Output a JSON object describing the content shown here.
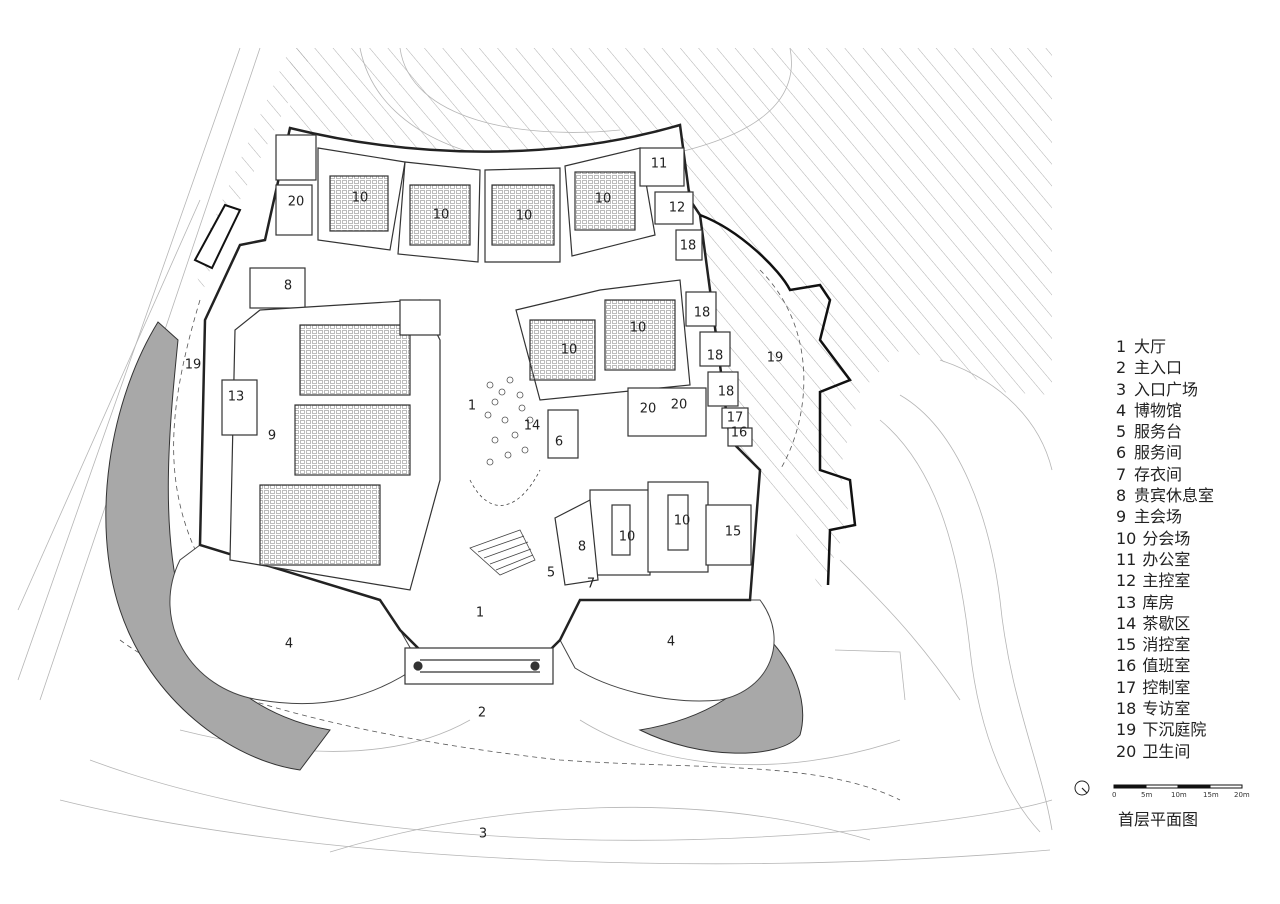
{
  "plan": {
    "room_labels": {
      "hall_1": "1",
      "hall_1_south": "1",
      "main_entrance": "2",
      "entrance_plaza": "3",
      "museum_west": "4",
      "museum_east": "4",
      "service_desk": "5",
      "service_room": "6",
      "cloakroom": "7",
      "vip_lounge_north": "8",
      "vip_lounge_south": "8",
      "main_hall": "9",
      "subhall_a": "10",
      "subhall_b": "10",
      "subhall_c": "10",
      "subhall_d": "10",
      "subhall_e": "10",
      "subhall_f": "10",
      "subhall_g": "10",
      "subhall_h": "10",
      "office": "11",
      "main_control": "12",
      "storage": "13",
      "tea_break": "14",
      "fire_control": "15",
      "duty_room": "16",
      "control_room": "17",
      "interview_a": "18",
      "interview_b": "18",
      "interview_c": "18",
      "interview_d": "18",
      "sunken_west": "19",
      "sunken_east": "19",
      "restroom_a": "20",
      "restroom_b": "20",
      "restroom_c": "20"
    }
  },
  "legend": {
    "items": [
      {
        "num": "1",
        "label": "大厅"
      },
      {
        "num": "2",
        "label": "主入口"
      },
      {
        "num": "3",
        "label": "入口广场"
      },
      {
        "num": "4",
        "label": "博物馆"
      },
      {
        "num": "5",
        "label": "服务台"
      },
      {
        "num": "6",
        "label": "服务间"
      },
      {
        "num": "7",
        "label": "存衣间"
      },
      {
        "num": "8",
        "label": "贵宾休息室"
      },
      {
        "num": "9",
        "label": "主会场"
      },
      {
        "num": "10",
        "label": "分会场"
      },
      {
        "num": "11",
        "label": "办公室"
      },
      {
        "num": "12",
        "label": "主控室"
      },
      {
        "num": "13",
        "label": "库房"
      },
      {
        "num": "14",
        "label": "茶歇区"
      },
      {
        "num": "15",
        "label": "消控室"
      },
      {
        "num": "16",
        "label": "值班室"
      },
      {
        "num": "17",
        "label": "控制室"
      },
      {
        "num": "18",
        "label": "专访室"
      },
      {
        "num": "19",
        "label": "下沉庭院"
      },
      {
        "num": "20",
        "label": "卫生间"
      }
    ]
  },
  "scale_bar": {
    "ticks": [
      "0",
      "5m",
      "10m",
      "15m",
      "20m"
    ]
  },
  "title": "首层平面图",
  "icons": {
    "north_arrow": "north-arrow-icon"
  }
}
